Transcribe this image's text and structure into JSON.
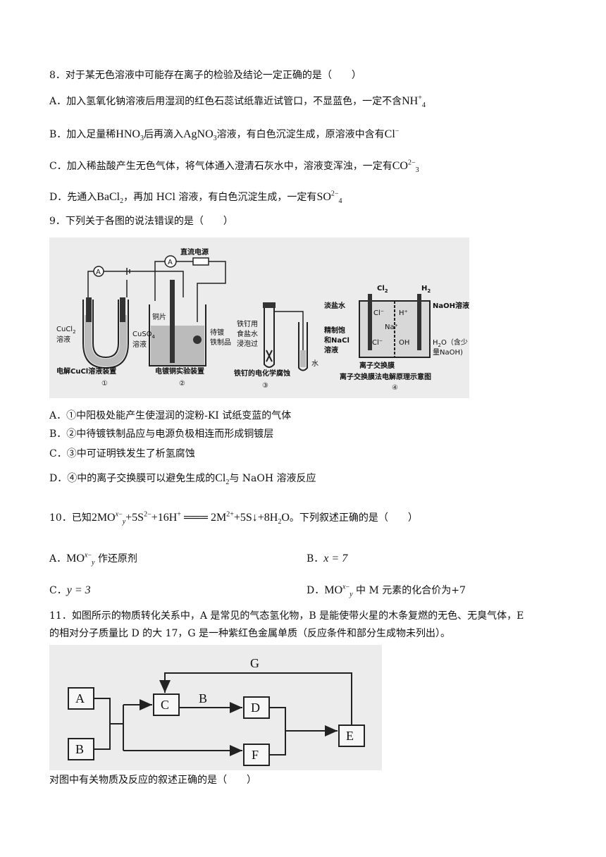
{
  "q8": {
    "stem": "8．对于某无色溶液中可能存在离子的检验及结论一定正确的是（　　）",
    "a_pre": "A．加入氢氧化钠溶液后用湿润的红色石蕊试纸靠近试管口，不显蓝色，一定不含",
    "a_ion": "NH",
    "b_pre": "B．加入足量稀",
    "b_acid": "HNO",
    "b_mid": "后再滴入",
    "b_salt": "AgNO",
    "b_post": "溶液，有白色沉淀生成，原溶液中含有",
    "b_ion": "Cl",
    "c_pre": "C．加入稀盐酸产生无色气体，将气体通入澄清石灰水中，溶液变浑浊，一定有",
    "c_ion": "CO",
    "d_pre": "D．先通入",
    "d_salt": "BaCl",
    "d_post": "，再加 HCl 溶液，有白色沉淀生成，一定有",
    "d_ion": "SO"
  },
  "q9": {
    "stem": "9．下列关于各图的说法错误的是（　　）",
    "figure": {
      "power_label": "直流电源",
      "ammeter": "A",
      "copper_label": "铜片",
      "cucl2_label1": "CuCl",
      "cucl2_label2": "溶液",
      "cuso4_label1": "CuSO",
      "cuso4_label2": "溶液",
      "plated_label1": "待镀",
      "plated_label2": "铁制品",
      "nail_label1": "铁钉用",
      "nail_label2": "食盐水",
      "nail_label3": "浸泡过",
      "water_label": "水",
      "cap1": "电解CuCl溶液装置",
      "cap2": "电镀铜实验装置",
      "cap3": "铁钉的电化学腐蚀",
      "cap4": "离子交换膜法电解原理示意图",
      "n1": "①",
      "n2": "②",
      "n3": "③",
      "n4": "④",
      "cl2": "Cl",
      "h2": "H",
      "brine_out": "淡盐水",
      "naoh_out": "NaOH溶液",
      "brine_in1": "精制饱",
      "brine_in2": "和NaCl",
      "brine_in3": "溶液",
      "water_in1": "H",
      "water_in2": "O（含少",
      "water_in3": "量NaOH)",
      "membrane": "离子交换膜",
      "ion_cl": "Cl⁻",
      "ion_h": "H⁺",
      "ion_oh": "OH",
      "ion_na": "Na⁺"
    },
    "a": "A．①中阳极处能产生使湿润的淀粉-KI 试纸变蓝的气体",
    "b": "B．②中待镀铁制品应与电源负极相连而形成铜镀层",
    "c": "C．③中可证明铁发生了析氢腐蚀",
    "d_pre": "D．④中的离子交换膜可以避免生成的",
    "d_cl": "Cl",
    "d_post": "与 NaOH 溶液反应"
  },
  "q10": {
    "stem_pre": "10．已知",
    "eq_lhs": "2MO",
    "eq_mid1": "+5S",
    "eq_mid2": "+16H",
    "eq_arrow": "═══",
    "eq_rhs1": "2M",
    "eq_rhs2": "+5S↓+8H",
    "eq_rhs3": "O",
    "stem_post": "。下列叙述正确的是（　　）",
    "a_pre": "A．",
    "a_ion": "MO",
    "a_post": "作还原剂",
    "b_pre": "B．",
    "b_expr": "x = 7",
    "c_pre": "C．",
    "c_expr": "y = 3",
    "d_pre": "D．",
    "d_ion": "MO",
    "d_post": "中 M 元素的化合价为+7"
  },
  "q11": {
    "stem1": "11．如图所示的物质转化关系中，A 是常见的气态氢化物，B 是能使带火星的木条复燃的无色、无臭气体，E",
    "stem2": "的相对分子质量比 D 的大 17，G 是一种紫红色金属单质（反应条件和部分生成物未列出）。",
    "diagram": {
      "A": "A",
      "B": "B",
      "C": "C",
      "D": "D",
      "E": "E",
      "F": "F",
      "arrow_G": "G",
      "arrow_B": "B"
    },
    "follow": "对图中有关物质及反应的叙述正确的是（　　）"
  }
}
